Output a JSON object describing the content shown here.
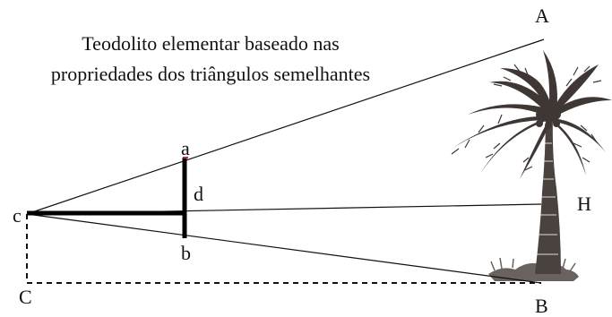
{
  "title": {
    "line1": "Teodolito elementar baseado nas",
    "line2": "propriedades dos triângulos semelhantes"
  },
  "labels": {
    "A": "A",
    "B": "B",
    "C": "C",
    "H": "H",
    "a": "a",
    "b": "b",
    "c": "c",
    "d": "d"
  },
  "colors": {
    "line": "#111111",
    "instrument": "#000000",
    "palm_foliage": "#3e3734",
    "palm_trunk": "#4a423e",
    "ground": "#6a625e",
    "marker_a": "#cc2222"
  }
}
